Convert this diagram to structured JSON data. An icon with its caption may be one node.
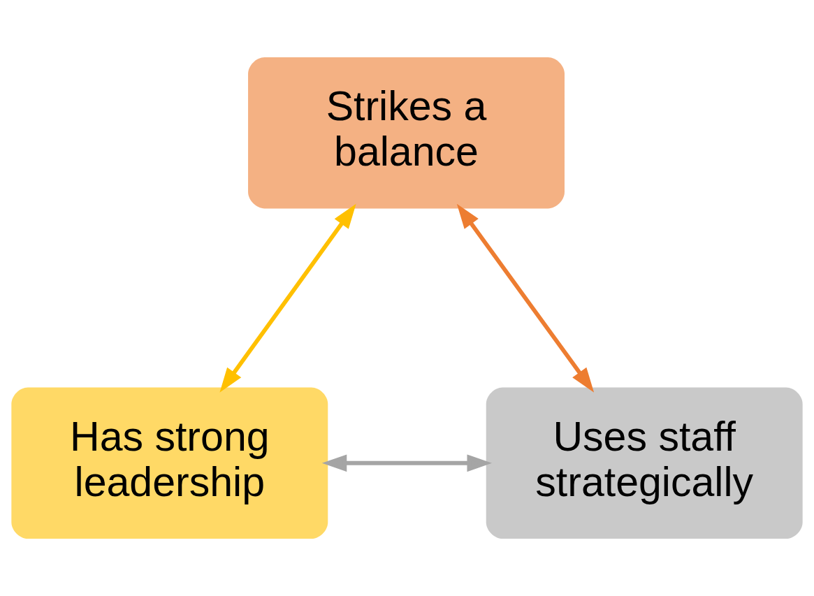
{
  "diagram": {
    "nodes": [
      {
        "text": [
          "Strikes a balance"
        ]
      },
      {
        "text": [
          "Has strong leadership"
        ]
      },
      {
        "text": [
          "Uses staff strategically"
        ]
      }
    ],
    "edges": [
      {
        "from": 1,
        "to": 0,
        "arrow": "both",
        "color": "#ffc000"
      },
      {
        "from": 2,
        "to": 0,
        "arrow": "both",
        "color": "#ed7d31"
      },
      {
        "from": 1,
        "to": 2,
        "arrow": "both",
        "color": "#a5a5a5"
      }
    ]
  }
}
